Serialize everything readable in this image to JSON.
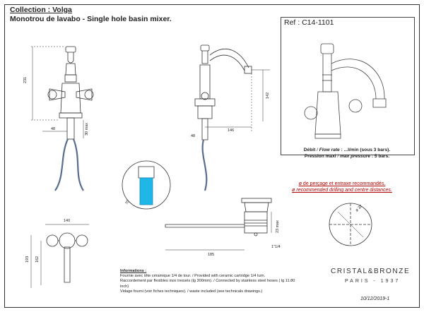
{
  "header": {
    "collection": "Collection : Volga",
    "subtitle": "Monotrou de lavabo - Single hole basin mixer."
  },
  "reference": {
    "label": "Ref : C14-1101"
  },
  "specs": {
    "flow_fr": "Débit",
    "flow_en": "Flow rate",
    "flow_value": ": ...l/min (sous 3 bars).",
    "pressure_fr": "Pression maxi",
    "pressure_en": "max pressure",
    "pressure_value": ": 5 bars."
  },
  "drilling_note": {
    "fr": "ø de perçage et entraxe recommandés.",
    "en": "ø recommended drilling and centre distances."
  },
  "information": {
    "heading": "Informations :",
    "line1": "Fournie avec tête céramique 1/4 de tour. / Provided with ceramic cartridge 1/4 turn.",
    "line2": "Raccordement par flexibles inox tressés (lg 300mm). / Connected by stainless steel hoses ( lg 11.80 inch)",
    "line3": "Vidage fourni (voir fiches techniques). / waste included (see technicals drawings.)"
  },
  "brand": {
    "name": "CRISTAL&BRONZE",
    "city": "PARIS - 1937"
  },
  "date": "10/12/2019-1",
  "dimensions": {
    "d231": "231",
    "d48a": "48",
    "d30max": "30 max",
    "d142": "142",
    "d48b": "48",
    "d146": "146",
    "d70": "70",
    "d140": "140",
    "d193": "193",
    "d162": "162",
    "d185": "185",
    "d1_1_4": "1\"1/4",
    "d23max": "23 max",
    "d32": "ø 32"
  }
}
